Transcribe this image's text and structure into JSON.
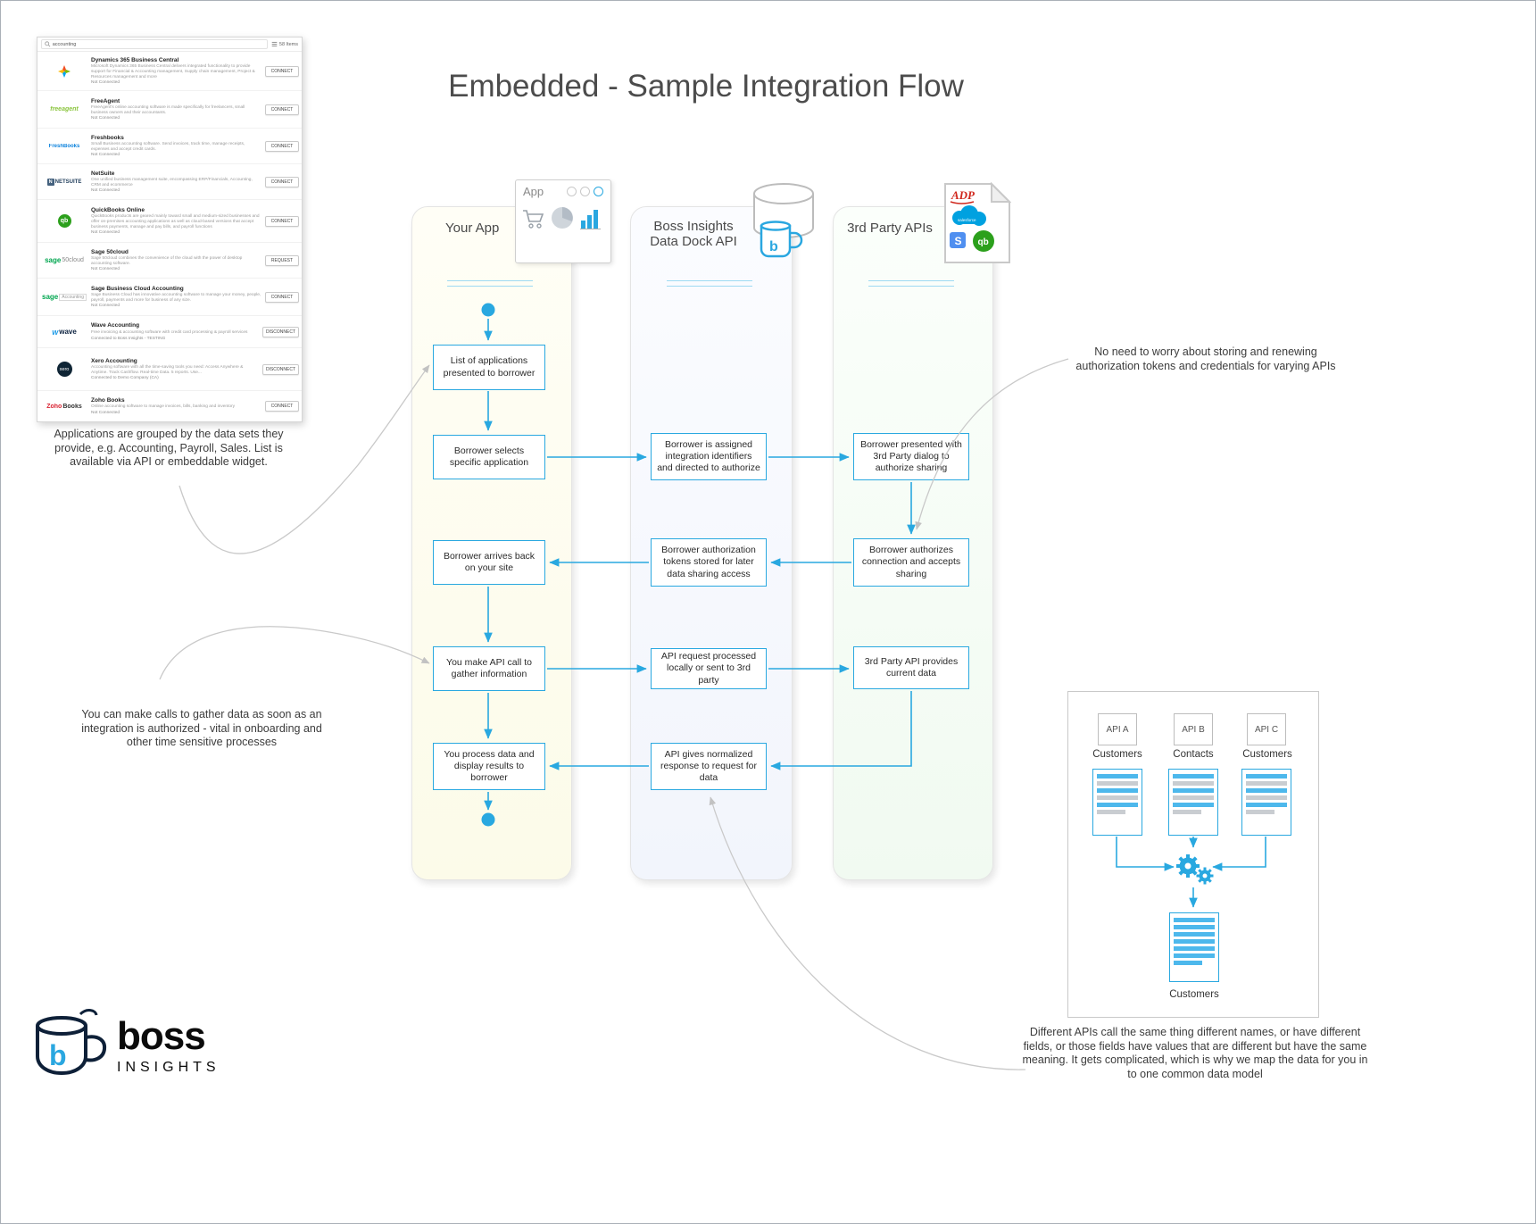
{
  "title": "Embedded - Sample Integration Flow",
  "widget": {
    "search_value": "accounting",
    "items_label": "58 Items",
    "apps": [
      {
        "name": "Dynamics 365 Business Central",
        "description": "Microsoft Dynamics 365 Business Central delivers integrated functionality to provide support for Financial & Accounting management, Supply chain management, Project & Resources management and more",
        "status": "Not Connected",
        "action": "CONNECT"
      },
      {
        "name": "FreeAgent",
        "description": "FreeAgent's online accounting software is made specifically for freelancers, small business owners and their accountants.",
        "status": "Not Connected",
        "action": "CONNECT",
        "logo": {
          "p1": "freeagent",
          "p2": ""
        }
      },
      {
        "name": "Freshbooks",
        "description": "Small Business accounting software. Send invoices, track time, manage receipts, expenses and accept credit cards.",
        "status": "Not Connected",
        "action": "CONNECT",
        "logo": {
          "p1": "FreshBooks",
          "p2": ""
        }
      },
      {
        "name": "NetSuite",
        "description": "One unified business management suite, encompassing ERP/Financials, Accounting, CRM and ecommerce",
        "status": "Not Connected",
        "action": "CONNECT",
        "logo": {
          "p1": "N",
          "p2": "NETSUITE"
        }
      },
      {
        "name": "QuickBooks Online",
        "description": "QuickBooks products are geared mainly toward small and medium-sized businesses and offer on-premises accounting applications as well as cloud-based versions that accept business payments, manage and pay bills, and payroll functions",
        "status": "Not Connected",
        "action": "CONNECT",
        "logo": {
          "p1": "qb",
          "p2": ""
        }
      },
      {
        "name": "Sage 50cloud",
        "description": "Sage 50cloud combines the convenience of the cloud with the power of desktop accounting software.",
        "status": "Not Connected",
        "action": "REQUEST",
        "logo": {
          "p1": "sage",
          "p2": "50cloud"
        }
      },
      {
        "name": "Sage Business Cloud Accounting",
        "description": "Sage Business Cloud has innovative accounting software to manage your money, people, payroll, payments and more for business of any size.",
        "status": "Not Connected",
        "action": "CONNECT",
        "logo": {
          "p1": "sage",
          "p2": "Accounting"
        }
      },
      {
        "name": "Wave Accounting",
        "description": "Free invoicing & accounting software with credit card processing & payroll services",
        "status": "Connected to Boss Insights - TESTING",
        "action": "DISCONNECT",
        "logo": {
          "p1": "w",
          "p2": "wave"
        }
      },
      {
        "name": "Xero Accounting",
        "description": "Accounting software with all the time-saving tools you need: Access Anywhere & Anytime. Track Cashflow. Real-time Data. 5 reports. Use...",
        "status": "Connected to Demo Company (CA)",
        "action": "DISCONNECT",
        "logo": {
          "p1": "xero",
          "p2": ""
        }
      },
      {
        "name": "Zoho Books",
        "description": "Online accounting software to manage invoices, bills, banking and inventory",
        "status": "Not Connected",
        "action": "CONNECT",
        "logo": {
          "p1": "Zoho",
          "p2": "Books"
        }
      }
    ]
  },
  "lanes": {
    "your_app": "Your App",
    "boss_line1": "Boss Insights",
    "boss_line2": "Data Dock API",
    "third_party": "3rd Party APIs",
    "app_icon_label": "App"
  },
  "flow": {
    "your_app_boxes": [
      "List of applications presented to borrower",
      "Borrower selects specific application",
      "Borrower arrives back on your site",
      "You make API call to gather information",
      "You process data and display results to borrower"
    ],
    "boss_boxes": [
      "Borrower is assigned integration identifiers and directed to authorize",
      "Borrower authorization tokens stored for later data sharing access",
      "API request processed locally or sent to 3rd party",
      "API gives normalized response to request for data"
    ],
    "third_party_boxes": [
      "Borrower presented with 3rd Party dialog to authorize sharing",
      "Borrower authorizes connection and accepts sharing",
      "3rd Party API provides current data"
    ]
  },
  "annotations": {
    "widget_note": "Applications are grouped by the data sets they provide, e.g. Accounting, Payroll, Sales. List is available via API or embeddable widget.",
    "tokens_note": "No need to worry about storing and renewing authorization tokens and credentials for varying APIs",
    "calls_note": "You can make calls to gather data as soon as an integration is authorized - vital in onboarding and other time sensitive processes",
    "mapping_note": "Different APIs call the same thing different names, or have different fields, or those fields have values that are different but have the same meaning. It gets complicated, which is why we map the data for you in to one common data model"
  },
  "mapping": {
    "api_boxes": [
      "API A",
      "API B",
      "API C"
    ],
    "api_entities": [
      "Customers",
      "Contacts",
      "Customers"
    ],
    "result_label": "Customers"
  },
  "doc_icon_logos": {
    "adp": "ADP",
    "salesforce": "salesforce",
    "stripe": "S",
    "quickbooks": "qb"
  },
  "logo": {
    "name": "boss",
    "tagline": "INSIGHTS"
  },
  "colors": {
    "accent": "#29a8e0",
    "annotation_line": "#c9c9c9"
  },
  "icons": {
    "search": "magnifier",
    "items": "list-lines",
    "app_window": "browser-window",
    "cart": "shopping-cart",
    "pie": "pie-chart",
    "bars": "bar-chart",
    "database": "cylinder",
    "mug": "boss-mug",
    "page": "document-folded-corner",
    "gears": "gear-cloud"
  }
}
